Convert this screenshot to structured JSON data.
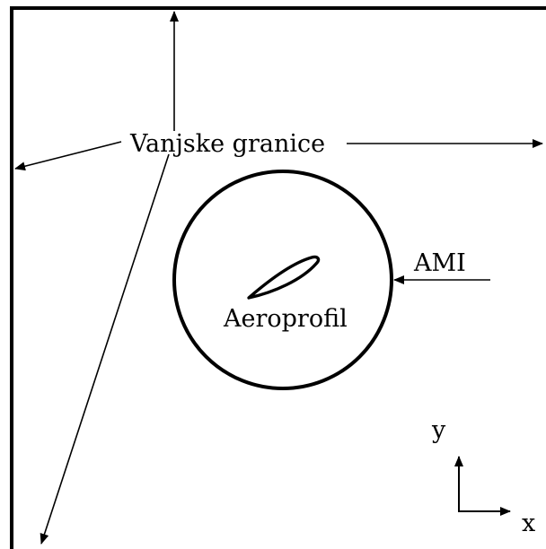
{
  "labels": {
    "outer_boundaries": "Vanjske granice",
    "ami": "AMI",
    "airfoil": "Aeroprofil",
    "axis_x": "x",
    "axis_y": "y"
  },
  "colors": {
    "stroke": "#000000",
    "background": "#ffffff"
  }
}
